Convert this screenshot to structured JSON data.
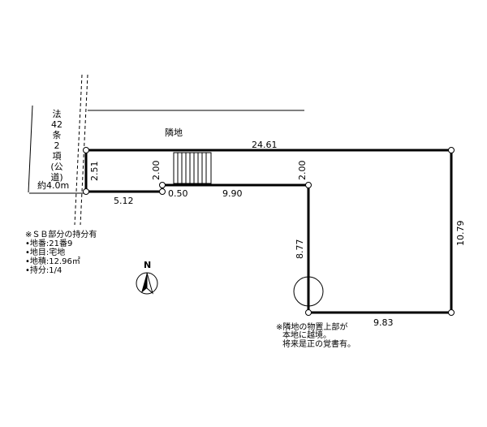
{
  "road": {
    "label_chars": [
      "法",
      "42",
      "条",
      "2",
      "項",
      "(公",
      "道)"
    ],
    "width": "約4.0m"
  },
  "neighbor_label": "隣地",
  "dimensions": {
    "top": "24.61",
    "left": "2.51",
    "stair_height": "2.00",
    "step_height": "2.00",
    "bottom_left": "5.12",
    "jog": "0.50",
    "mid": "9.90",
    "inner_vertical": "8.77",
    "right": "10.79",
    "bottom_right": "9.83"
  },
  "sb_note": {
    "title": "※ＳＢ部分の持分有",
    "lines": [
      "•地番:21番9",
      "•地目:宅地",
      "•地積:12.96㎡",
      "•持分:1/4"
    ]
  },
  "north_label": "N",
  "encroach_note": {
    "lines": [
      "※隣地の物置上部が",
      "本地に越境。",
      "将来是正の覚書有。"
    ]
  }
}
